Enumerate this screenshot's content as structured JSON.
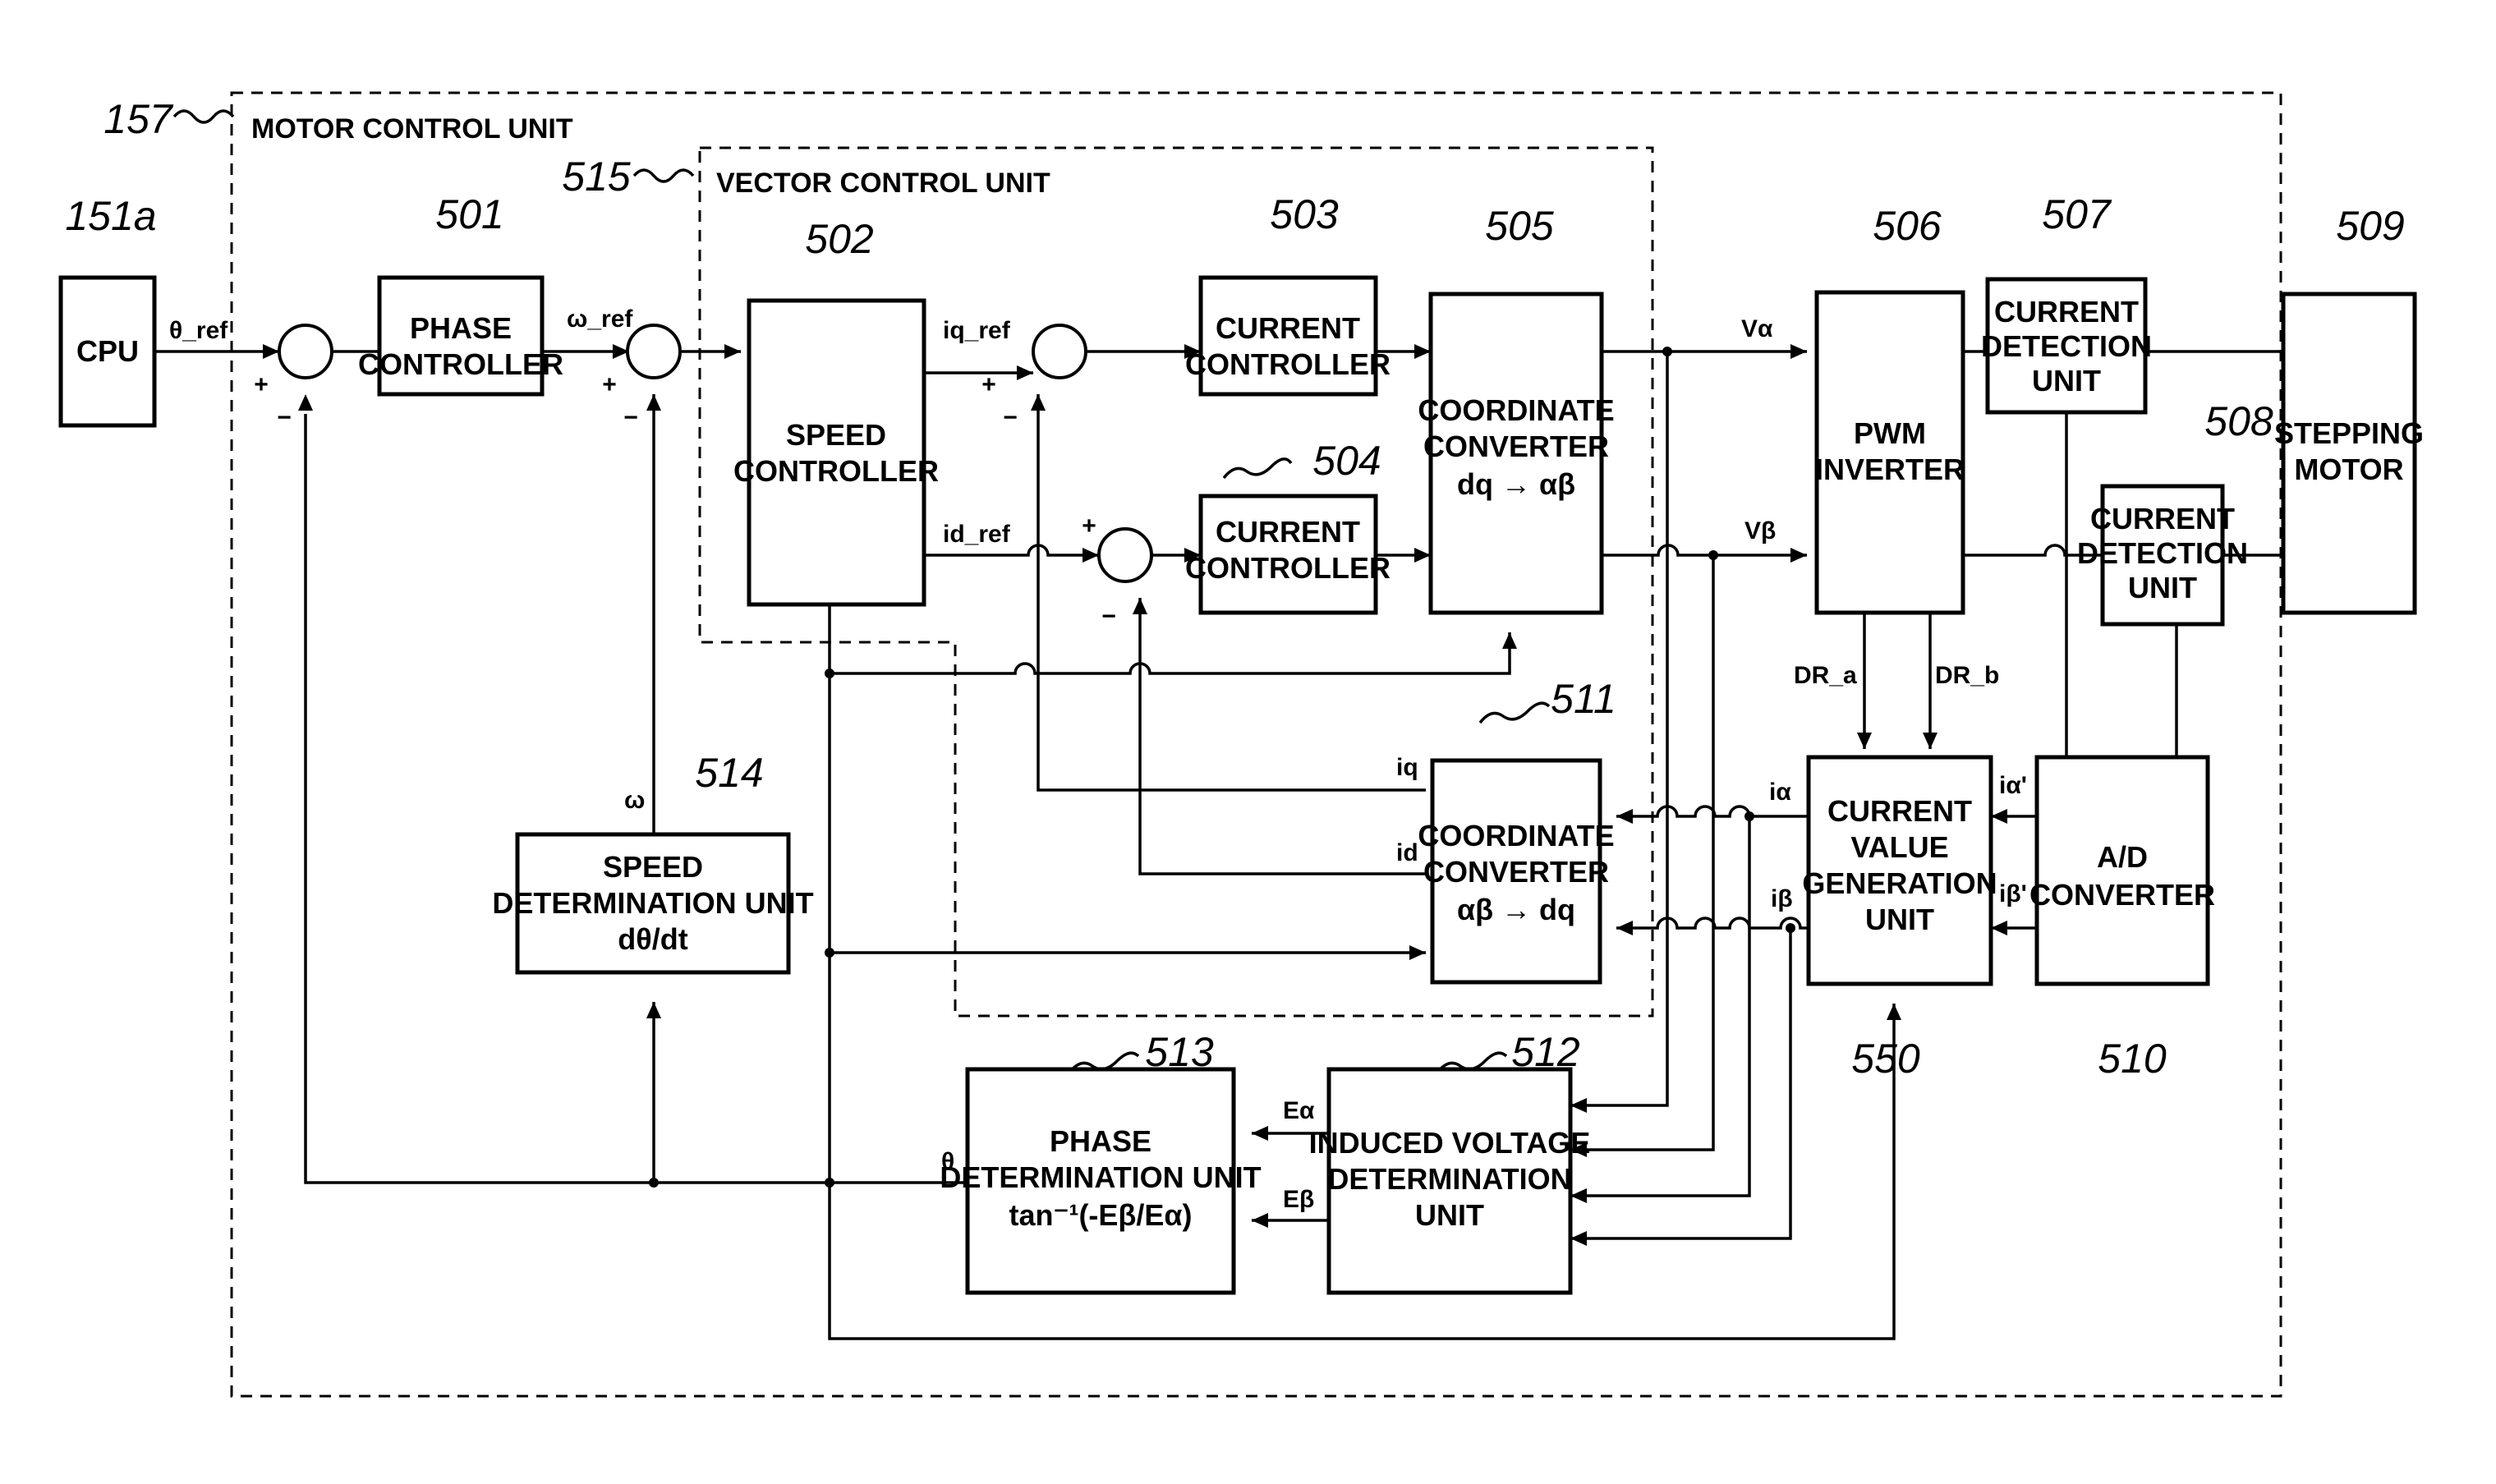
{
  "refs": {
    "r157": "157",
    "r515": "515",
    "r151a": "151a",
    "r501": "501",
    "r502": "502",
    "r503": "503",
    "r504": "504",
    "r505": "505",
    "r506": "506",
    "r507": "507",
    "r508": "508",
    "r509": "509",
    "r510": "510",
    "r511": "511",
    "r512": "512",
    "r513": "513",
    "r514": "514",
    "r550": "550"
  },
  "titles": {
    "motor_control_unit": "MOTOR CONTROL UNIT",
    "vector_control_unit": "VECTOR CONTROL UNIT"
  },
  "blocks": {
    "cpu": [
      "CPU"
    ],
    "phase_controller": [
      "PHASE",
      "CONTROLLER"
    ],
    "speed_controller": [
      "SPEED",
      "CONTROLLER"
    ],
    "current_controller_q": [
      "CURRENT",
      "CONTROLLER"
    ],
    "current_controller_d": [
      "CURRENT",
      "CONTROLLER"
    ],
    "coord_converter_505": [
      "COORDINATE",
      "CONVERTER",
      "dq → αβ"
    ],
    "pwm_inverter": [
      "PWM",
      "INVERTER"
    ],
    "current_detection_507": [
      "CURRENT",
      "DETECTION",
      "UNIT"
    ],
    "current_detection_508": [
      "CURRENT",
      "DETECTION",
      "UNIT"
    ],
    "stepping_motor": [
      "STEPPING",
      "MOTOR"
    ],
    "coord_converter_511": [
      "COORDINATE",
      "CONVERTER",
      "αβ → dq"
    ],
    "speed_determination": [
      "SPEED",
      "DETERMINATION UNIT",
      "dθ/dt"
    ],
    "current_value_generation": [
      "CURRENT",
      "VALUE",
      "GENERATION",
      "UNIT"
    ],
    "ad_converter": [
      "A/D",
      "CONVERTER"
    ],
    "phase_determination": [
      "PHASE",
      "DETERMINATION UNIT",
      "tan⁻¹(-Eβ/Eα)"
    ],
    "induced_voltage": [
      "INDUCED VOLTAGE",
      "DETERMINATION",
      "UNIT"
    ]
  },
  "signals": {
    "theta_ref": "θ_ref",
    "omega_ref": "ω_ref",
    "iq_ref": "iq_ref",
    "id_ref": "id_ref",
    "v_alpha": "Vα",
    "v_beta": "Vβ",
    "dr_a": "DR_a",
    "dr_b": "DR_b",
    "i_alpha": "iα",
    "i_beta": "iβ",
    "i_alpha_p": "iα'",
    "i_beta_p": "iβ'",
    "iq": "iq",
    "id": "id",
    "omega": "ω",
    "theta": "θ",
    "e_alpha": "Eα",
    "e_beta": "Eβ"
  },
  "signs": {
    "plus": "+",
    "minus": "−"
  }
}
